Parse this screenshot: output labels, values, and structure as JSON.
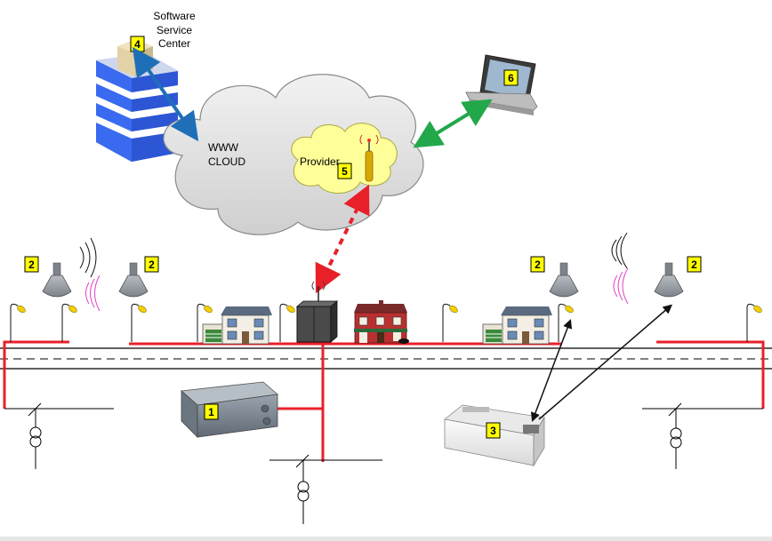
{
  "service_center": {
    "label_lines": [
      "Software",
      "Service",
      "Center"
    ],
    "badge": "4"
  },
  "cloud": {
    "label_lines": [
      "WWW",
      "CLOUD"
    ],
    "provider_label": "Provider",
    "provider_badge": "5"
  },
  "laptop": {
    "badge": "6"
  },
  "controller": {
    "badge": "1"
  },
  "ballast": {
    "badge": "3"
  },
  "luminaire_badges": [
    "2",
    "2",
    "2",
    "2"
  ],
  "colors": {
    "power_line": "#e8202a",
    "wireless_link": "#e8202a",
    "cloud_link_blue": "#1f6fb8",
    "cloud_link_green": "#22a84a",
    "badge_fill": "#ffff00",
    "signal_pink": "#e040c8"
  },
  "icons": [
    "server-rack-icon",
    "cloud-icon",
    "antenna-icon",
    "laptop-icon",
    "house-icon",
    "transformer-icon",
    "streetlight-icon",
    "luminaire-icon",
    "controller-box-icon",
    "ballast-icon"
  ]
}
